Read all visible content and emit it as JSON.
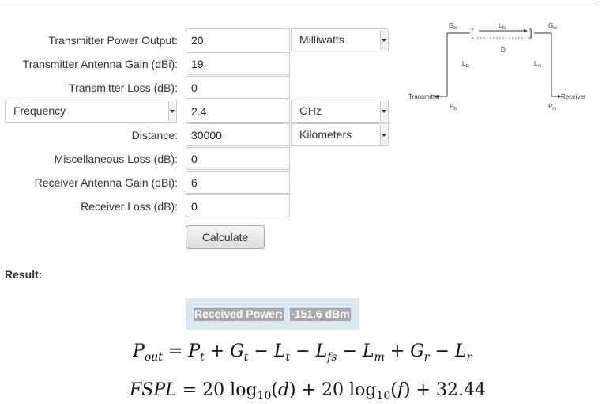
{
  "form": {
    "tx_power_label": "Transmitter Power Output:",
    "tx_power_value": "20",
    "tx_power_unit": "Milliwatts",
    "tx_gain_label": "Transmitter Antenna Gain (dBi):",
    "tx_gain_value": "19",
    "tx_loss_label": "Transmitter Loss (dB):",
    "tx_loss_value": "0",
    "freq_mode": "Frequency",
    "freq_value": "2.4",
    "freq_unit": "GHz",
    "distance_label": "Distance:",
    "distance_value": "30000",
    "distance_unit": "Kilometers",
    "misc_loss_label": "Miscellaneous Loss (dB):",
    "misc_loss_value": "0",
    "rx_gain_label": "Receiver Antenna Gain (dBi):",
    "rx_gain_value": "6",
    "rx_loss_label": "Receiver Loss (dB):",
    "rx_loss_value": "0",
    "calculate_label": "Calculate"
  },
  "result": {
    "label": "Result:",
    "received_power_label": "Received Power:",
    "received_power_value": "-151.6 dBm"
  },
  "diagram": {
    "g_tx": "G",
    "g_tx_sub": "tx",
    "l_fs": "L",
    "l_fs_sub": "fs",
    "g_rx": "G",
    "g_rx_sub": "rx",
    "l_tx": "L",
    "l_tx_sub": "tx",
    "l_rx": "L",
    "l_rx_sub": "rx",
    "d": "D",
    "transmitter": "Transmitter",
    "receiver": "Receiver",
    "p_tx": "P",
    "p_tx_sub": "tx",
    "p_rx": "P",
    "p_rx_sub": "rx"
  },
  "formulas": {
    "link_budget": {
      "P": "P",
      "out": "out",
      "eq": " = ",
      "Pt": "P",
      "t1": "t",
      "plus1": " + ",
      "Gt": "G",
      "t2": "t",
      "minus1": " − ",
      "Lt": "L",
      "t3": "t",
      "minus2": " − ",
      "Lfs": "L",
      "fs": "fs",
      "minus3": " − ",
      "Lm": "L",
      "m": "m",
      "plus2": " + ",
      "Gr": "G",
      "r1": "r",
      "minus4": " − ",
      "Lr": "L",
      "r2": "r"
    },
    "fspl": {
      "name": "FSPL",
      "eq": " = 20 log",
      "ten1": "10",
      "d_open": "(",
      "d": "d",
      "d_close": ") + 20 log",
      "ten2": "10",
      "f_open": "(",
      "f": "f",
      "f_close": ") + 32.44"
    }
  }
}
